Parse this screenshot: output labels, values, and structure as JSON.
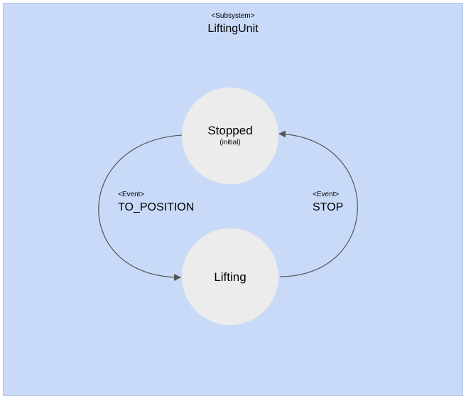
{
  "subsystem": {
    "stereotype": "<Subsystem>",
    "name": "LiftingUnit"
  },
  "states": [
    {
      "name": "Stopped",
      "note": "(initial)"
    },
    {
      "name": "Lifting",
      "note": ""
    }
  ],
  "transitions": [
    {
      "stereotype": "<Event>",
      "event": "TO_POSITION",
      "from": "Stopped",
      "to": "Lifting"
    },
    {
      "stereotype": "<Event>",
      "event": "STOP",
      "from": "Lifting",
      "to": "Stopped"
    }
  ],
  "colors": {
    "background": "#c9daf8",
    "state_fill": "#ececec",
    "edge": "#555555"
  }
}
